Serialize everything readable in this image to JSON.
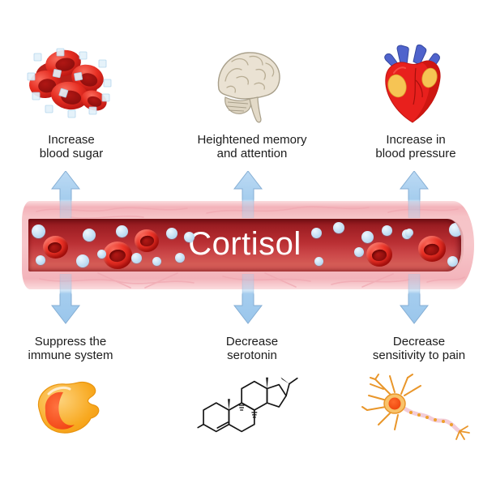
{
  "diagram_title": "Cortisol",
  "vessel": {
    "label": "Cortisol",
    "red_blood_cells": [
      [
        33,
        35,
        31
      ],
      [
        110,
        45,
        36
      ],
      [
        146,
        27,
        30
      ],
      [
        433,
        44,
        32
      ],
      [
        498,
        37,
        34
      ]
    ],
    "cortisol_molecules": [
      [
        12,
        15,
        17
      ],
      [
        15,
        51,
        12
      ],
      [
        75,
        20,
        16
      ],
      [
        115,
        15,
        15
      ],
      [
        90,
        43,
        11
      ],
      [
        67,
        52,
        16
      ],
      [
        133,
        48,
        13
      ],
      [
        158,
        52,
        11
      ],
      [
        177,
        18,
        14
      ],
      [
        198,
        22,
        13
      ],
      [
        187,
        48,
        12
      ],
      [
        355,
        17,
        13
      ],
      [
        383,
        11,
        14
      ],
      [
        418,
        22,
        15
      ],
      [
        442,
        14,
        13
      ],
      [
        467,
        19,
        12
      ],
      [
        408,
        41,
        12
      ],
      [
        358,
        52,
        11
      ],
      [
        527,
        13,
        17
      ],
      [
        523,
        52,
        13
      ],
      [
        470,
        17,
        10
      ]
    ]
  },
  "effects_top": [
    {
      "icon": "blood-sugar-icon",
      "lines": [
        "Increase",
        "blood sugar"
      ]
    },
    {
      "icon": "brain-icon",
      "lines": [
        "Heightened memory",
        "and attention"
      ]
    },
    {
      "icon": "heart-icon",
      "lines": [
        "Increase in",
        "blood pressure"
      ]
    }
  ],
  "effects_bottom": [
    {
      "icon": "immune-cell-icon",
      "lines": [
        "Suppress the",
        "immune system"
      ]
    },
    {
      "icon": "steroid-molecule-icon",
      "lines": [
        "Decrease",
        "serotonin"
      ]
    },
    {
      "icon": "neuron-icon",
      "lines": [
        "Decrease",
        "sensitivity to pain"
      ]
    }
  ],
  "colors": {
    "background": "#ffffff",
    "label_text": "#1c1c1c",
    "vessel_label_text": "#ffffff",
    "arrow_fill": "#a5cdee",
    "arrow_border": "#85aed4",
    "vessel_wall": "#f6c3c7",
    "lumen_dark": "#8f181d",
    "lumen_light": "#d45b55",
    "red_blood_cell": "#e02a22",
    "cortisol_molecule": "#bcdcf2"
  }
}
